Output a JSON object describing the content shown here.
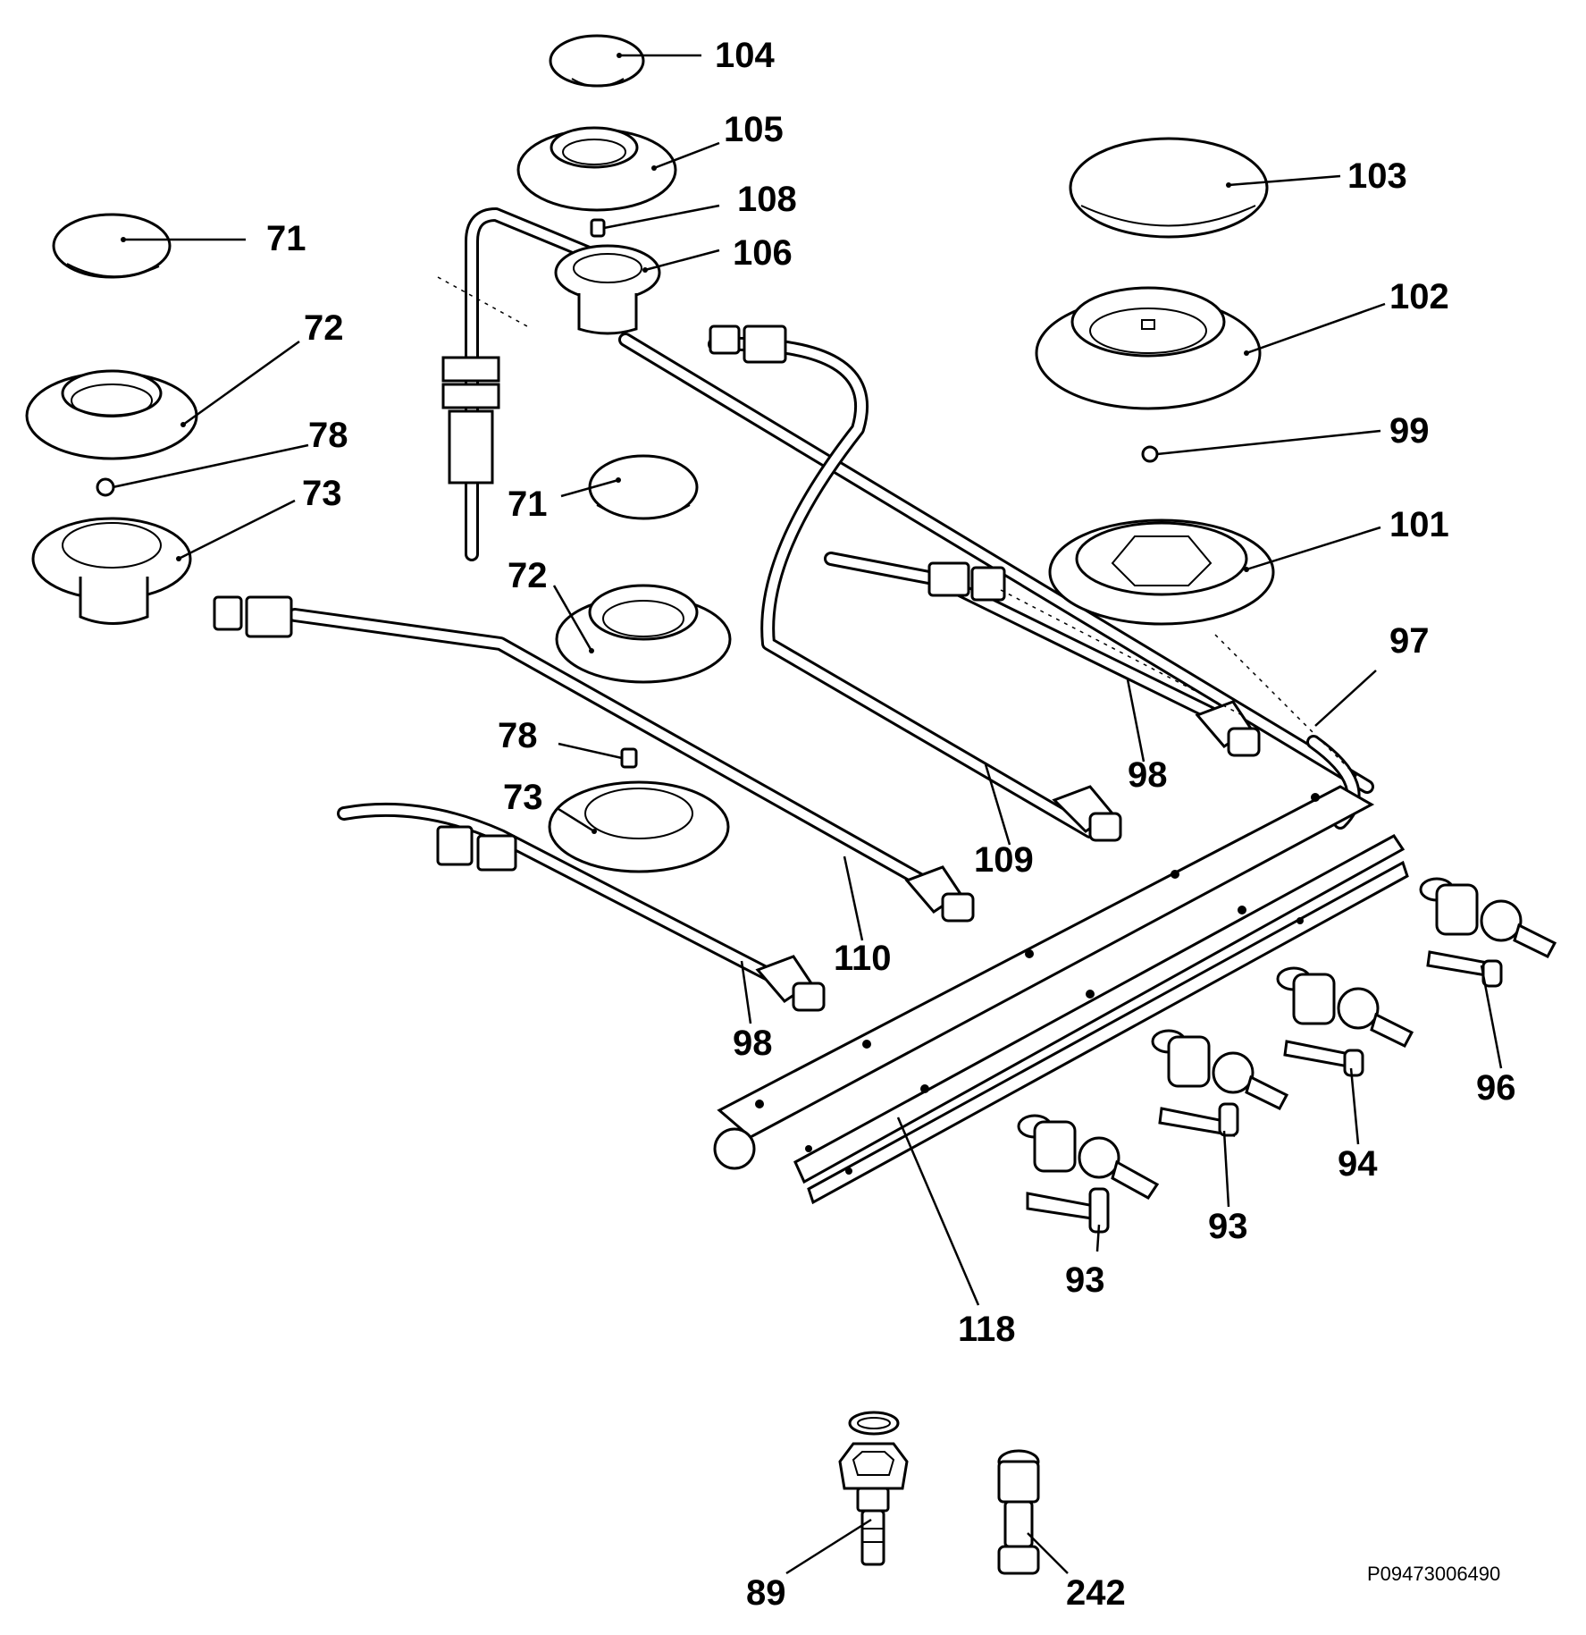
{
  "callouts": {
    "c104": "104",
    "c105": "105",
    "c108": "108",
    "c106": "106",
    "c103": "103",
    "c102": "102",
    "c99": "99",
    "c101": "101",
    "c71a": "71",
    "c72a": "72",
    "c78a": "78",
    "c73a": "73",
    "c71b": "71",
    "c72b": "72",
    "c78b": "78",
    "c73b": "73",
    "c97": "97",
    "c98a": "98",
    "c109": "109",
    "c110": "110",
    "c98b": "98",
    "c96": "96",
    "c94": "94",
    "c93a": "93",
    "c93b": "93",
    "c118": "118",
    "c89": "89",
    "c242": "242"
  },
  "drawing_code": "P09473006490"
}
